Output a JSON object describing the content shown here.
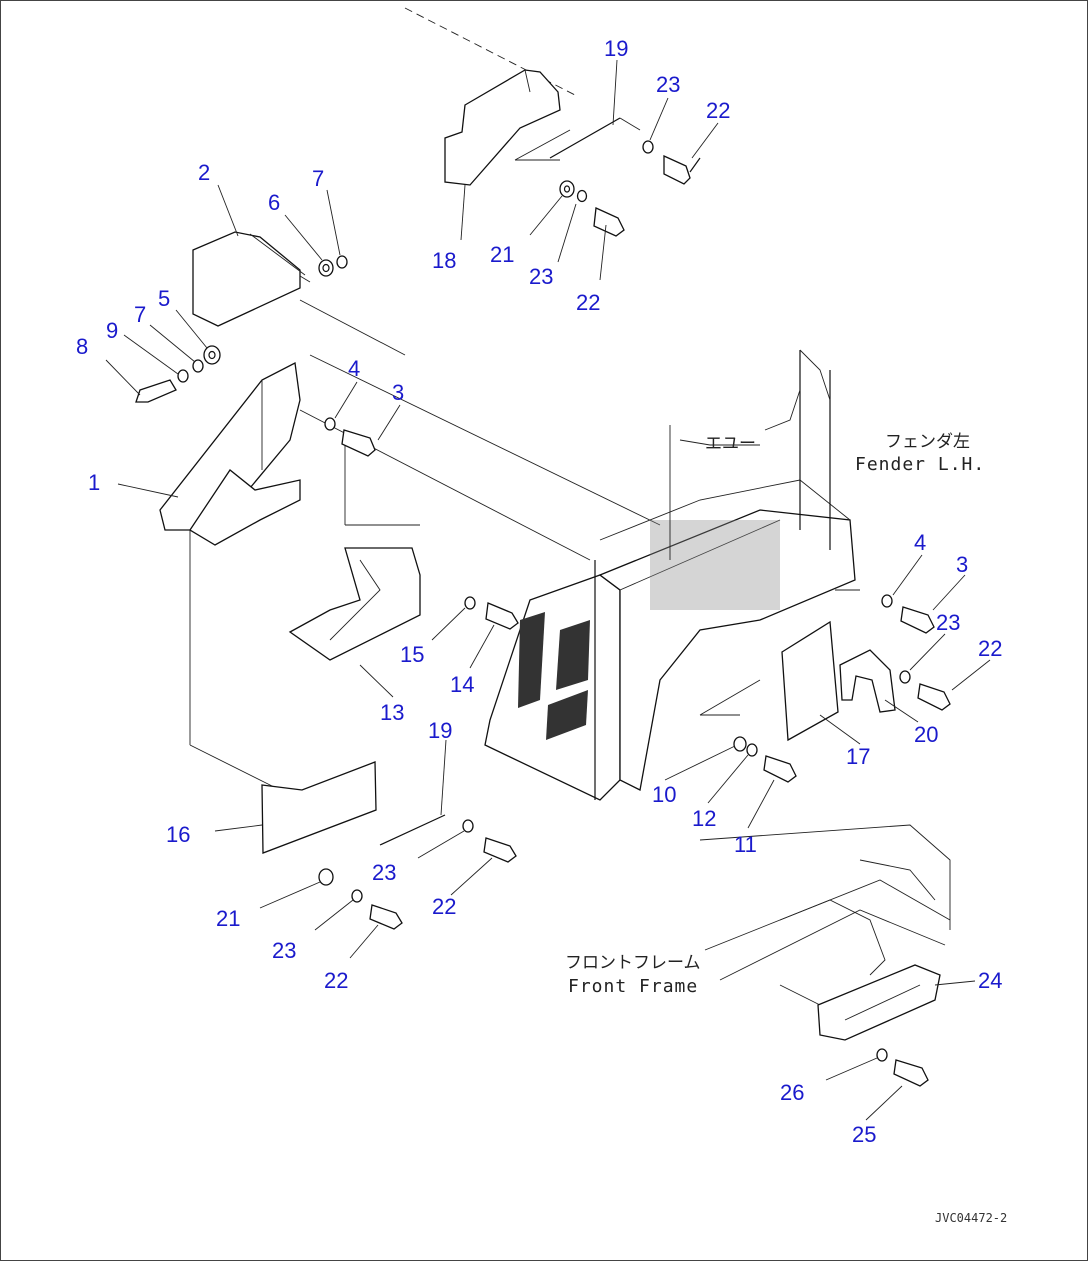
{
  "diagram": {
    "code": "JVC04472-2",
    "labels": {
      "fender_jp": "フェンダ左",
      "fender_en": "Fender L.H.",
      "frame_jp": "フロントフレーム",
      "frame_en": "Front Frame",
      "hose_jp": "エユー"
    },
    "callouts": [
      {
        "id": "c19a",
        "text": "19"
      },
      {
        "id": "c23a",
        "text": "23"
      },
      {
        "id": "c22a",
        "text": "22"
      },
      {
        "id": "c2",
        "text": "2"
      },
      {
        "id": "c6",
        "text": "6"
      },
      {
        "id": "c7a",
        "text": "7"
      },
      {
        "id": "c18",
        "text": "18"
      },
      {
        "id": "c21a",
        "text": "21"
      },
      {
        "id": "c23b",
        "text": "23"
      },
      {
        "id": "c22b",
        "text": "22"
      },
      {
        "id": "c8",
        "text": "8"
      },
      {
        "id": "c9",
        "text": "9"
      },
      {
        "id": "c7b",
        "text": "7"
      },
      {
        "id": "c5",
        "text": "5"
      },
      {
        "id": "c4a",
        "text": "4"
      },
      {
        "id": "c3a",
        "text": "3"
      },
      {
        "id": "c1",
        "text": "1"
      },
      {
        "id": "c15",
        "text": "15"
      },
      {
        "id": "c14",
        "text": "14"
      },
      {
        "id": "c13",
        "text": "13"
      },
      {
        "id": "c4b",
        "text": "4"
      },
      {
        "id": "c3b",
        "text": "3"
      },
      {
        "id": "c23c",
        "text": "23"
      },
      {
        "id": "c22c",
        "text": "22"
      },
      {
        "id": "c20",
        "text": "20"
      },
      {
        "id": "c17",
        "text": "17"
      },
      {
        "id": "c19b",
        "text": "19"
      },
      {
        "id": "c16",
        "text": "16"
      },
      {
        "id": "c10",
        "text": "10"
      },
      {
        "id": "c12",
        "text": "12"
      },
      {
        "id": "c11",
        "text": "11"
      },
      {
        "id": "c23d",
        "text": "23"
      },
      {
        "id": "c22d",
        "text": "22"
      },
      {
        "id": "c21b",
        "text": "21"
      },
      {
        "id": "c23e",
        "text": "23"
      },
      {
        "id": "c22e",
        "text": "22"
      },
      {
        "id": "c24",
        "text": "24"
      },
      {
        "id": "c26",
        "text": "26"
      },
      {
        "id": "c25",
        "text": "25"
      }
    ]
  }
}
